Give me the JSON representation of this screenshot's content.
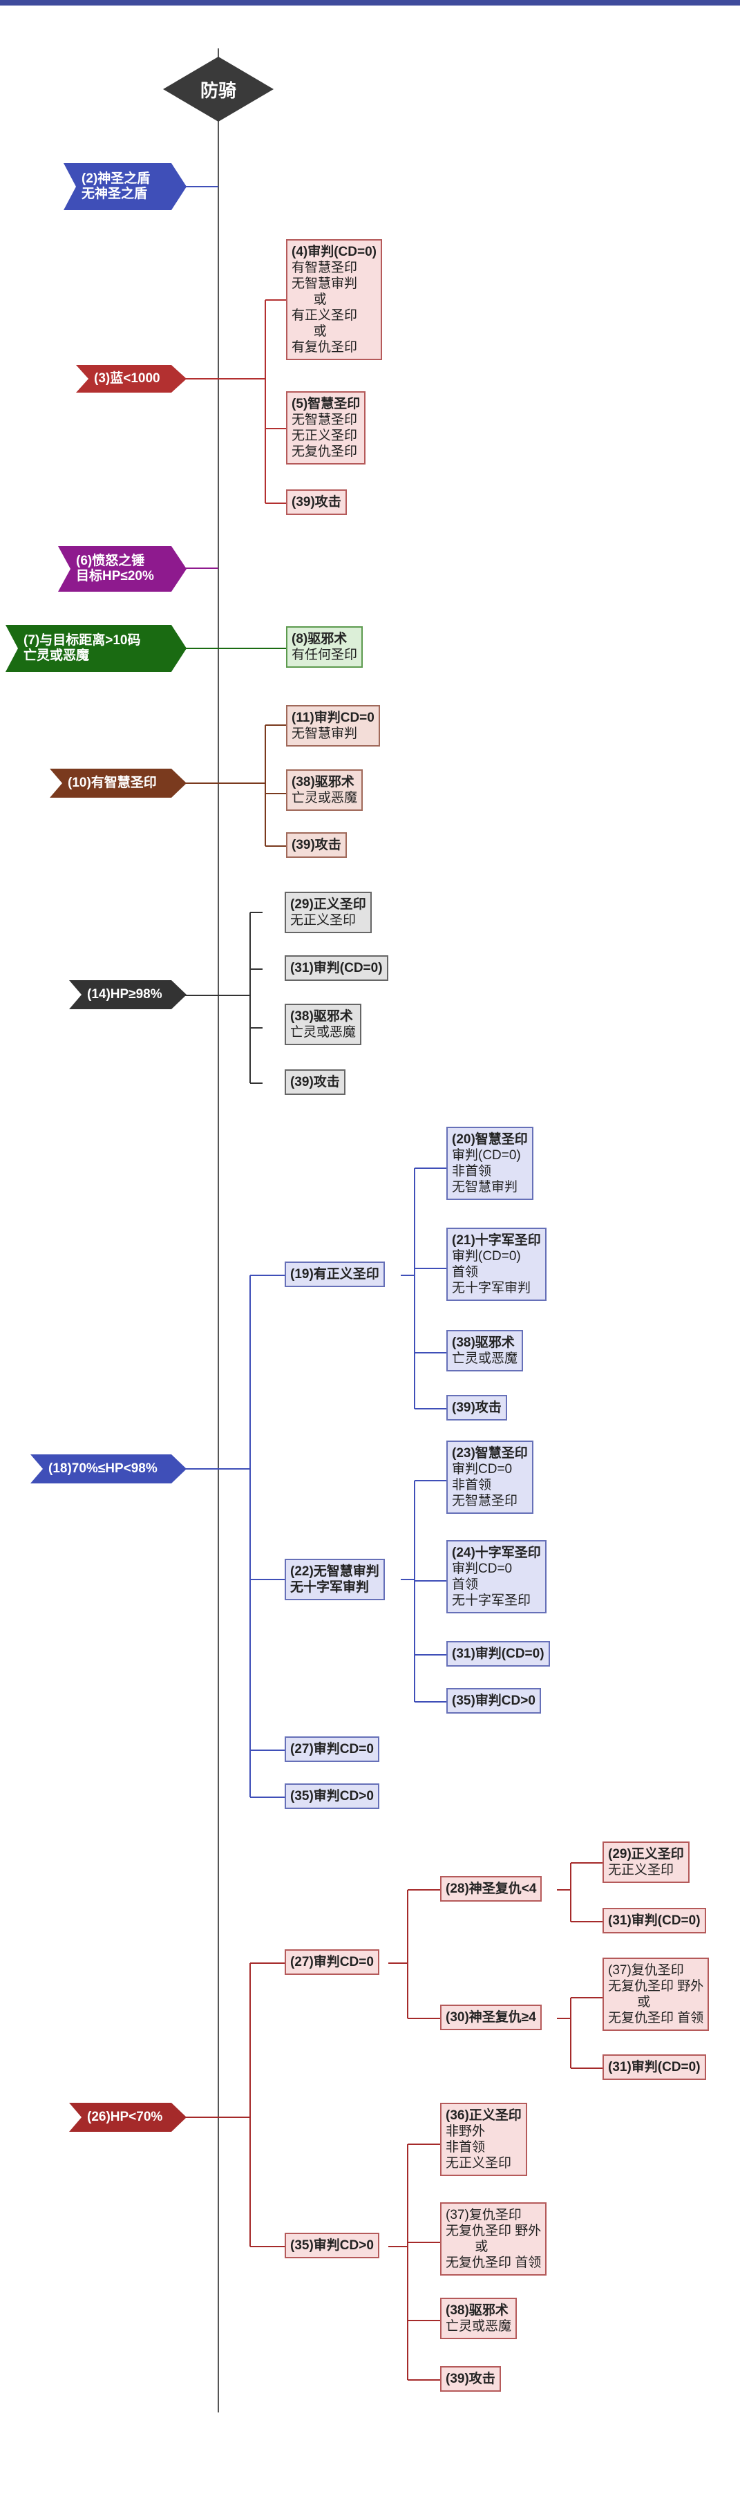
{
  "root": {
    "label": "防骑"
  },
  "conditions": [
    {
      "id": "c2",
      "lines": [
        "(2)神圣之盾",
        "无神圣之盾"
      ],
      "color": "#3f4fb8"
    },
    {
      "id": "c3",
      "lines": [
        "(3)蓝<1000"
      ],
      "color": "#b33030"
    },
    {
      "id": "c6",
      "lines": [
        "(6)愤怒之锤",
        "目标HP≤20%"
      ],
      "color": "#8e1a8e"
    },
    {
      "id": "c7",
      "lines": [
        "(7)与目标距离>10码",
        "亡灵或恶魔"
      ],
      "color": "#1a6b12"
    },
    {
      "id": "c10",
      "lines": [
        "(10)有智慧圣印"
      ],
      "color": "#7a3a1e"
    },
    {
      "id": "c14",
      "lines": [
        "(14)HP≥98%"
      ],
      "color": "#333333"
    },
    {
      "id": "c18",
      "lines": [
        "(18)70%≤HP<98%"
      ],
      "color": "#3f4fb8"
    },
    {
      "id": "c26",
      "lines": [
        "(26)HP<70%"
      ],
      "color": "#a52a2a"
    }
  ],
  "nodes": [
    {
      "id": "n4",
      "title": "(4)审判(CD=0)",
      "body": "有智慧圣印\n无智慧审判\n      或\n有正义圣印\n      或\n有复仇圣印"
    },
    {
      "id": "n5",
      "title": "(5)智慧圣印",
      "body": "无智慧圣印\n无正义圣印\n无复仇圣印"
    },
    {
      "id": "n39a",
      "title": "(39)攻击",
      "body": ""
    },
    {
      "id": "n8",
      "title": "(8)驱邪术",
      "body": "有任何圣印"
    },
    {
      "id": "n11",
      "title": "(11)审判CD=0",
      "body": "无智慧审判"
    },
    {
      "id": "n38a",
      "title": "(38)驱邪术",
      "body": "亡灵或恶魔"
    },
    {
      "id": "n39b",
      "title": "(39)攻击",
      "body": ""
    },
    {
      "id": "n29a",
      "title": "(29)正义圣印",
      "body": "无正义圣印"
    },
    {
      "id": "n31a",
      "title": "(31)审判(CD=0)",
      "body": ""
    },
    {
      "id": "n38b",
      "title": "(38)驱邪术",
      "body": "亡灵或恶魔"
    },
    {
      "id": "n39c",
      "title": "(39)攻击",
      "body": ""
    },
    {
      "id": "n19",
      "title": "(19)有正义圣印",
      "body": ""
    },
    {
      "id": "n20",
      "title": "(20)智慧圣印",
      "body": "审判(CD=0)\n非首领\n无智慧审判"
    },
    {
      "id": "n21",
      "title": "(21)十字军圣印",
      "body": "审判(CD=0)\n首领\n无十字军审判"
    },
    {
      "id": "n38c",
      "title": "(38)驱邪术",
      "body": "亡灵或恶魔"
    },
    {
      "id": "n39d",
      "title": "(39)攻击",
      "body": ""
    },
    {
      "id": "n22",
      "title": "(22)无智慧审判\n无十字军审判",
      "body": ""
    },
    {
      "id": "n23",
      "title": "(23)智慧圣印",
      "body": "审判CD=0\n非首领\n无智慧圣印"
    },
    {
      "id": "n24",
      "title": "(24)十字军圣印",
      "body": "审判CD=0\n首领\n无十字军圣印"
    },
    {
      "id": "n31b",
      "title": "(31)审判(CD=0)",
      "body": ""
    },
    {
      "id": "n35a",
      "title": "(35)审判CD>0",
      "body": ""
    },
    {
      "id": "n27a",
      "title": "(27)审判CD=0",
      "body": ""
    },
    {
      "id": "n35b",
      "title": "(35)审判CD>0",
      "body": ""
    },
    {
      "id": "n27b",
      "title": "(27)审判CD=0",
      "body": ""
    },
    {
      "id": "n28",
      "title": "(28)神圣复仇<4",
      "body": ""
    },
    {
      "id": "n29b",
      "title": "(29)正义圣印",
      "body": "无正义圣印"
    },
    {
      "id": "n31c",
      "title": "(31)审判(CD=0)",
      "body": ""
    },
    {
      "id": "n30",
      "title": "(30)神圣复仇≥4",
      "body": ""
    },
    {
      "id": "n37a",
      "title": "",
      "body": "(37)复仇圣印\n无复仇圣印 野外\n        或\n无复仇圣印 首领"
    },
    {
      "id": "n31d",
      "title": "(31)审判(CD=0)",
      "body": ""
    },
    {
      "id": "n35c",
      "title": "(35)审判CD>0",
      "body": ""
    },
    {
      "id": "n36",
      "title": "(36)正义圣印",
      "body": "非野外\n非首领\n无正义圣印"
    },
    {
      "id": "n37b",
      "title": "",
      "body": "(37)复仇圣印\n无复仇圣印 野外\n        或\n无复仇圣印 首领"
    },
    {
      "id": "n38d",
      "title": "(38)驱邪术",
      "body": "亡灵或恶魔"
    },
    {
      "id": "n39e",
      "title": "(39)攻击",
      "body": ""
    }
  ]
}
